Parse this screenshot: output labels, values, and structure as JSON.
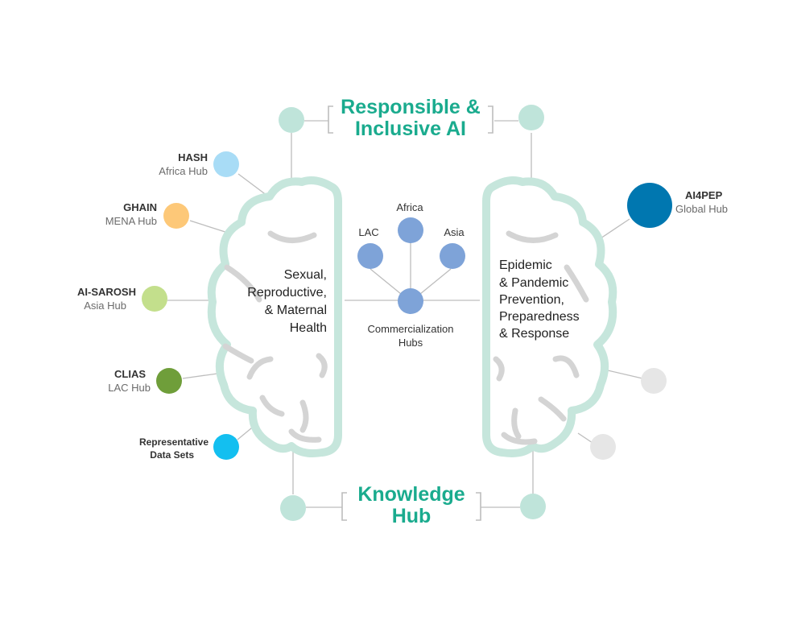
{
  "titles": {
    "top_line1": "Responsible &",
    "top_line2": "Inclusive AI",
    "bottom_line1": "Knowledge",
    "bottom_line2": "Hub"
  },
  "left_brain": {
    "label_lines": [
      "Sexual,",
      "Reproductive,",
      "& Maternal",
      "Health"
    ]
  },
  "right_brain": {
    "label_lines": [
      "Epidemic",
      "& Pandemic",
      "Prevention,",
      "Preparedness",
      "& Response"
    ]
  },
  "left_hubs": [
    {
      "name": "HASH",
      "sub": "Africa Hub",
      "color": "#a8dcf6"
    },
    {
      "name": "GHAIN",
      "sub": "MENA Hub",
      "color": "#fdc878"
    },
    {
      "name": "AI-SAROSH",
      "sub": "Asia Hub",
      "color": "#c3df8c"
    },
    {
      "name": "CLIAS",
      "sub": "LAC Hub",
      "color": "#6f9e3a"
    },
    {
      "name": "Representative",
      "sub": "Data Sets",
      "color": "#13bff0"
    }
  ],
  "right_hubs": [
    {
      "name": "AI4PEP",
      "sub": "Global Hub",
      "color": "#0077b0"
    }
  ],
  "commercialization": {
    "regions": [
      "LAC",
      "Africa",
      "Asia"
    ],
    "label_line1": "Commercialization",
    "label_line2": "Hubs",
    "color": "#7ea3d8"
  },
  "colors": {
    "brain_outline": "#c6e6dc",
    "teal_node": "#bfe4da",
    "grey_node": "#e6e6e6",
    "title": "#1aab8e"
  }
}
